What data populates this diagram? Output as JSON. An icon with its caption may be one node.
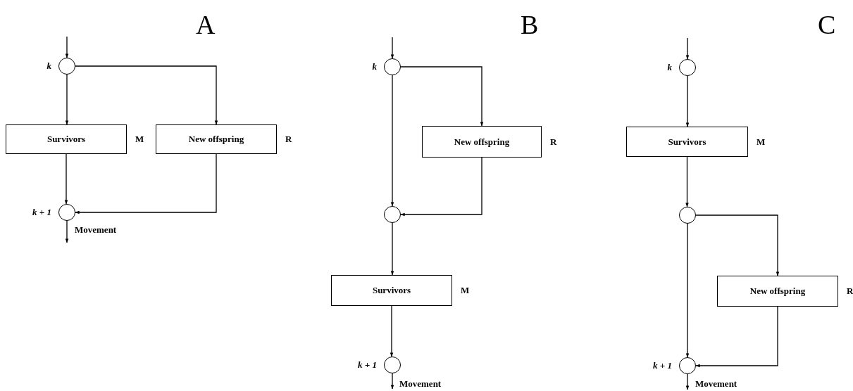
{
  "diagram": {
    "nodes": [
      {
        "text": [],
        "shape": "circle",
        "beside": [
          "k"
        ]
      },
      {
        "text": [
          "Survivors"
        ],
        "beside": [
          "M"
        ]
      },
      {
        "text": [
          "New offspring"
        ],
        "beside": [
          "R"
        ]
      },
      {
        "text": [],
        "shape": "circle",
        "beside": [
          "k + 1"
        ]
      },
      {
        "text": [],
        "shape": "circle",
        "beside": [
          "k"
        ]
      },
      {
        "text": [
          "New offspring"
        ],
        "beside": [
          "R"
        ]
      },
      {
        "text": [],
        "shape": "circle"
      },
      {
        "text": [
          "Survivors"
        ],
        "beside": [
          "M"
        ]
      },
      {
        "text": [],
        "shape": "circle",
        "beside": [
          "k + 1"
        ]
      },
      {
        "text": [],
        "shape": "circle",
        "beside": [
          "k"
        ]
      },
      {
        "text": [
          "Survivors"
        ],
        "beside": [
          "M"
        ]
      },
      {
        "text": [],
        "shape": "circle"
      },
      {
        "text": [
          "New offspring"
        ],
        "beside": [
          "R"
        ]
      },
      {
        "text": [],
        "shape": "circle",
        "beside": [
          "k + 1"
        ]
      }
    ],
    "edges": [
      {
        "from": null,
        "to": 0,
        "arrow": "to"
      },
      {
        "from": 0,
        "to": 1,
        "arrow": "to"
      },
      {
        "from": 0,
        "to": 2,
        "arrow": "to"
      },
      {
        "from": 1,
        "to": 3,
        "arrow": "to"
      },
      {
        "from": 2,
        "to": 3,
        "arrow": "to"
      },
      {
        "from": 3,
        "to": null,
        "arrow": "to",
        "label": "Movement"
      },
      {
        "from": null,
        "to": 4,
        "arrow": "to"
      },
      {
        "from": 4,
        "to": 5,
        "arrow": "to"
      },
      {
        "from": 4,
        "to": 6,
        "arrow": "to"
      },
      {
        "from": 5,
        "to": 6,
        "arrow": "to"
      },
      {
        "from": 6,
        "to": 7,
        "arrow": "to"
      },
      {
        "from": 7,
        "to": 8,
        "arrow": "to"
      },
      {
        "from": 8,
        "to": null,
        "arrow": "to",
        "label": "Movement"
      },
      {
        "from": null,
        "to": 9,
        "arrow": "to"
      },
      {
        "from": 9,
        "to": 10,
        "arrow": "to"
      },
      {
        "from": 10,
        "to": 11,
        "arrow": "to"
      },
      {
        "from": 11,
        "to": 12,
        "arrow": "to"
      },
      {
        "from": 11,
        "to": 13,
        "arrow": "to"
      },
      {
        "from": 12,
        "to": 13,
        "arrow": "to"
      },
      {
        "from": 13,
        "to": null,
        "arrow": "to",
        "label": "Movement"
      }
    ],
    "labels": [
      "A",
      "B",
      "C"
    ]
  }
}
